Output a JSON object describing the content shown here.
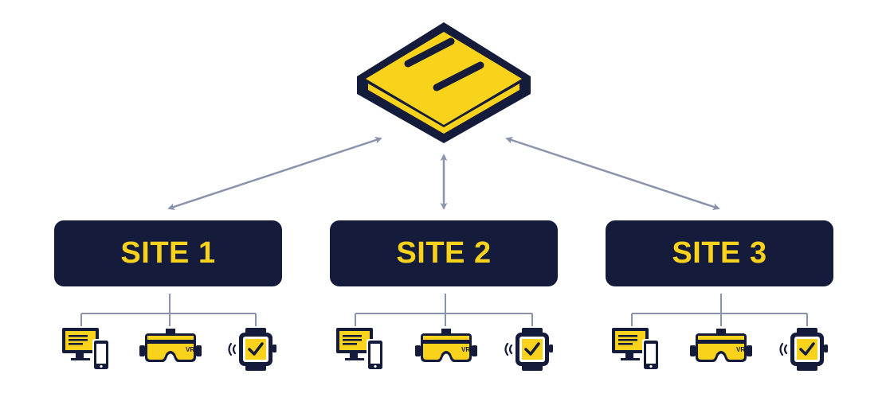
{
  "colors": {
    "navy": "#141b3b",
    "yellow": "#f9d21c",
    "connector": "#8a93ab",
    "white": "#ffffff"
  },
  "hub": {
    "icon": "central-platform-icon"
  },
  "connections": [
    {
      "from": "hub",
      "to": "site-1",
      "direction": "bidirectional"
    },
    {
      "from": "hub",
      "to": "site-2",
      "direction": "bidirectional"
    },
    {
      "from": "hub",
      "to": "site-3",
      "direction": "bidirectional"
    }
  ],
  "sites": [
    {
      "label": "SITE 1",
      "devices": [
        "desktop-mobile-icon",
        "vr-headset-icon",
        "smartwatch-icon"
      ]
    },
    {
      "label": "SITE 2",
      "devices": [
        "desktop-mobile-icon",
        "vr-headset-icon",
        "smartwatch-icon"
      ]
    },
    {
      "label": "SITE 3",
      "devices": [
        "desktop-mobile-icon",
        "vr-headset-icon",
        "smartwatch-icon"
      ]
    }
  ],
  "vr_badge": "VR"
}
